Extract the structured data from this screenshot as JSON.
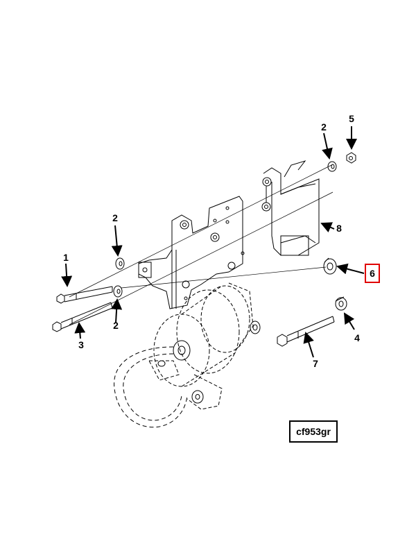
{
  "figure_id": "cf953gr",
  "callouts": {
    "c1": "1",
    "c2_a": "2",
    "c2_b": "2",
    "c2_c": "2",
    "c3": "3",
    "c4": "4",
    "c5": "5",
    "c6": "6",
    "c7": "7",
    "c8": "8"
  },
  "colors": {
    "line": "#000000",
    "highlight": "#e00000"
  }
}
